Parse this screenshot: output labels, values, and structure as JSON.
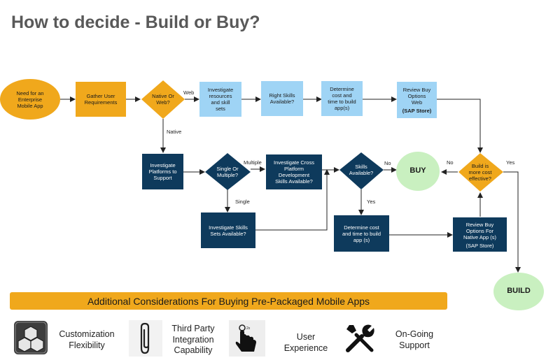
{
  "title": "How to decide - Build or Buy?",
  "colors": {
    "orange": "#f0a81c",
    "light_blue": "#9fd4f5",
    "dark_navy": "#0e3a5c",
    "green": "#c9f0c0",
    "arrow": "#222222"
  },
  "nodes": {
    "start": "Need for an\nEnterprise\nMobile App",
    "gather": "Gather User\nRequirements",
    "native_web": "Native Or\nWeb?",
    "investigate_resources": "Investigate\nresources\nand skill\nsets",
    "right_skills": "Right Skills\nAvailable?",
    "determine_web": "Determine\ncost and\ntime to build\napp(s)",
    "review_buy_web": "Review Buy\nOptions\nWeb",
    "review_buy_web_store": "(SAP Store)",
    "investigate_platforms": "Investigate\nPlatforms to\nSupport",
    "single_multiple": "Single Or\nMultiple?",
    "investigate_cross": "Investigate Cross\nPlatform\nDevelopment\nSkills Available?",
    "skills_available": "Skills\nAvailable?",
    "buy": "BUY",
    "build_cost": "Build is\nmore cost\neffective?",
    "investigate_skills": "Investigate Skills\nSets  Available?",
    "determine_native": "Determine cost\nand time to build\napp (s)",
    "review_buy_native": "Review Buy\nOptions For\nNative App (s)",
    "review_buy_native_store": "(SAP Store)",
    "build": "BUILD"
  },
  "edge_labels": {
    "web": "Web",
    "native": "Native",
    "multiple": "Multiple",
    "single": "Single",
    "no_skills": "No",
    "yes_skills": "Yes",
    "no_build": "No",
    "yes_build": "Yes"
  },
  "banner": "Additional Considerations For Buying Pre-Packaged Mobile Apps",
  "considerations": [
    {
      "label": "Customization\nFlexibility",
      "icon": "cube-cluster-icon"
    },
    {
      "label": "Third Party\nIntegration\nCapability",
      "icon": "paperclip-icon"
    },
    {
      "label": "User\nExperience",
      "icon": "touch-hand-icon"
    },
    {
      "label": "On-Going\nSupport",
      "icon": "tools-icon"
    }
  ]
}
